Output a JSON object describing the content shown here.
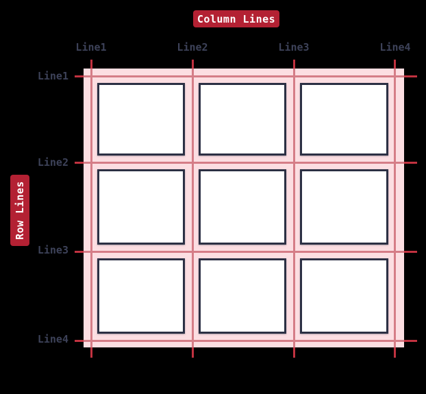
{
  "diagram": {
    "badges": {
      "column": "Column Lines",
      "row": "Row Lines"
    },
    "column_labels": [
      "Line1",
      "Line2",
      "Line3",
      "Line4"
    ],
    "row_labels": [
      "Line1",
      "Line2",
      "Line3",
      "Line4"
    ],
    "grid": {
      "rows": 3,
      "columns": 3,
      "row_line_count": 4,
      "column_line_count": 4
    },
    "colors": {
      "background": "#000000",
      "badge_red": "#b32133",
      "tick_red": "#c13240",
      "grid_line_rose": "#d57d87",
      "track_pink": "#fcdee2",
      "cell_border_navy": "#2c3044",
      "cell_fill": "#ffffff",
      "label_slate": "#3d4259"
    }
  }
}
